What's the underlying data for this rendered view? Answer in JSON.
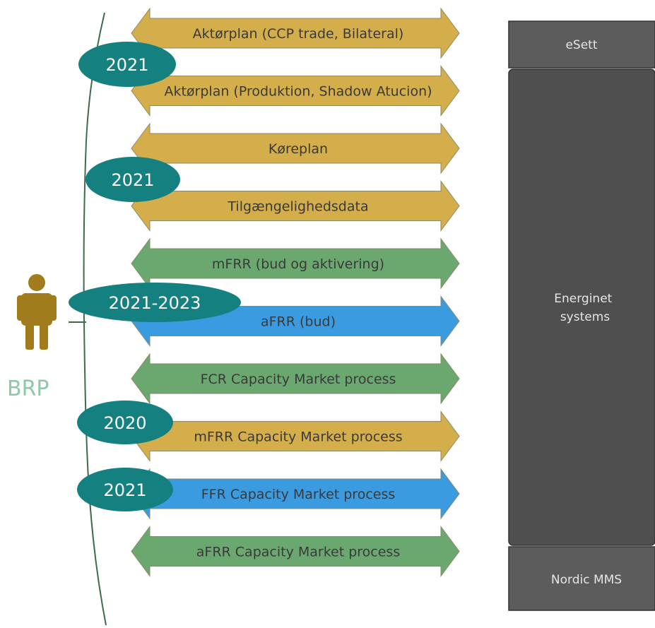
{
  "actor": {
    "label": "BRP",
    "figure_color": "#a07c1c"
  },
  "colors": {
    "gold": "#d4ae4b",
    "green": "#6aa86f",
    "blue": "#3a9be0",
    "badge": "#14807f",
    "system_dark": "#4f4f4f",
    "system_mid": "#5c5c5c",
    "line": "#3f6a4e"
  },
  "arrows": [
    {
      "label": "Aktørplan (CCP trade, Bilateral)",
      "color": "gold"
    },
    {
      "label": "Aktørplan (Produktion, Shadow Atucion)",
      "color": "gold"
    },
    {
      "label": "Køreplan",
      "color": "gold"
    },
    {
      "label": "Tilgængelighedsdata",
      "color": "gold"
    },
    {
      "label": "mFRR (bud og aktivering)",
      "color": "green"
    },
    {
      "label": "aFRR (bud)",
      "color": "blue"
    },
    {
      "label": "FCR Capacity Market process",
      "color": "green"
    },
    {
      "label": "mFRR Capacity Market process",
      "color": "gold"
    },
    {
      "label": "FFR Capacity Market process",
      "color": "blue"
    },
    {
      "label": "aFRR Capacity Market process",
      "color": "green"
    }
  ],
  "badges": [
    {
      "label": "2021"
    },
    {
      "label": "2021"
    },
    {
      "label": "2021-2023"
    },
    {
      "label": "2020"
    },
    {
      "label": "2021"
    }
  ],
  "systems": [
    {
      "label": "eSett"
    },
    {
      "label": "Energinet systems"
    },
    {
      "label": "Nordic MMS"
    }
  ]
}
